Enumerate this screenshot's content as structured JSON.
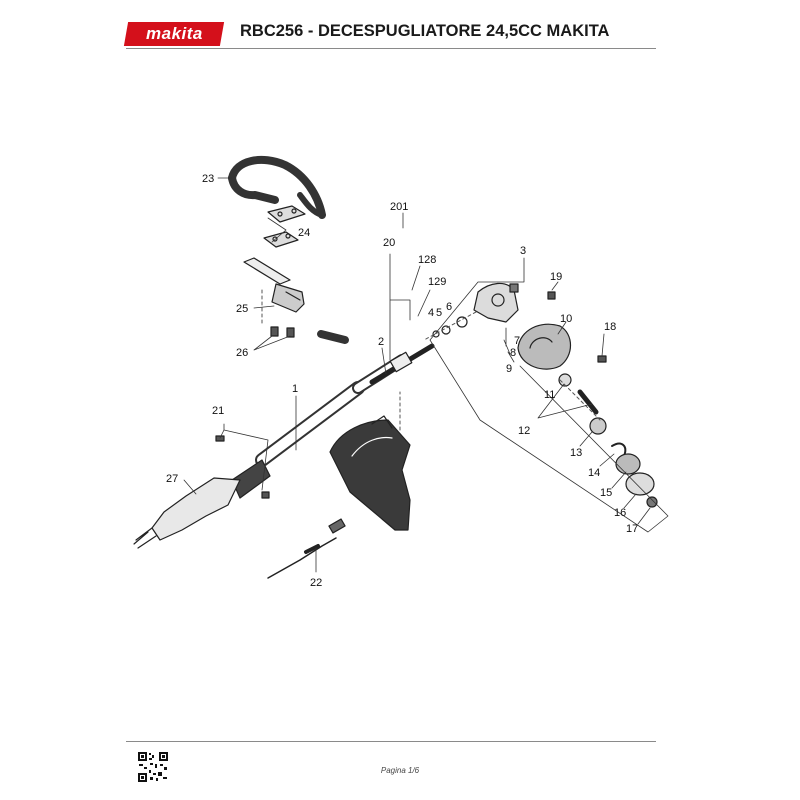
{
  "header": {
    "logo_text": "makita",
    "title": "RBC256 - DECESPUGLIATORE 24,5CC MAKITA"
  },
  "callouts": [
    "23",
    "24",
    "25",
    "26",
    "1",
    "21",
    "27",
    "22",
    "201",
    "20",
    "128",
    "129",
    "2",
    "4",
    "5",
    "6",
    "3",
    "19",
    "10",
    "18",
    "7",
    "8",
    "9",
    "11",
    "12",
    "13",
    "14",
    "15",
    "16",
    "17"
  ],
  "footer": {
    "page_label": "Pagina 1/6"
  },
  "colors": {
    "brand_red": "#d4101b",
    "line": "#222222",
    "rule": "#8a8a8a"
  }
}
